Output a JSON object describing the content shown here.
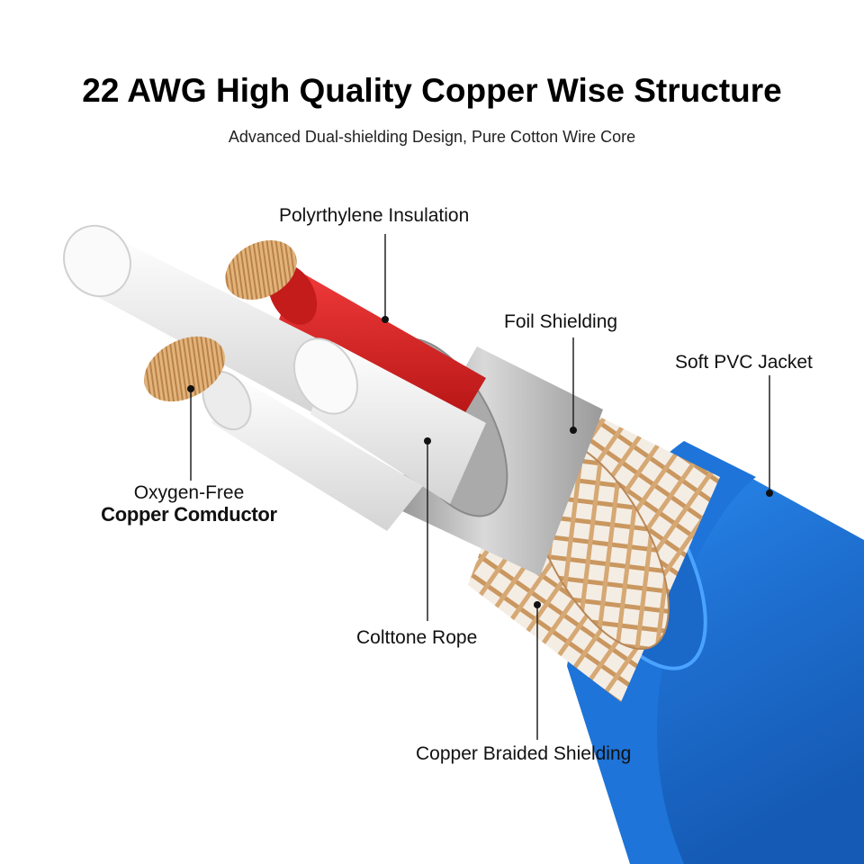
{
  "header": {
    "title": "22 AWG High Quality Copper Wise Structure",
    "subtitle": "Advanced Dual-shielding Design, Pure Cotton Wire Core"
  },
  "labels": {
    "insulation": "Polyrthylene Insulation",
    "foil": "Foil Shielding",
    "jacket": "Soft PVC Jacket",
    "conductor_line1": "Oxygen-Free",
    "conductor_line2": "Copper Comductor",
    "rope": "Colttone Rope",
    "braid": "Copper Braided Shielding"
  },
  "colors": {
    "jacket": "#1f7fe0",
    "insulation_red": "#d42020",
    "insulation_white": "#f2f2f2",
    "copper": "#d8a66a",
    "foil": "#b9b9b9",
    "braid": "#c99a68"
  }
}
